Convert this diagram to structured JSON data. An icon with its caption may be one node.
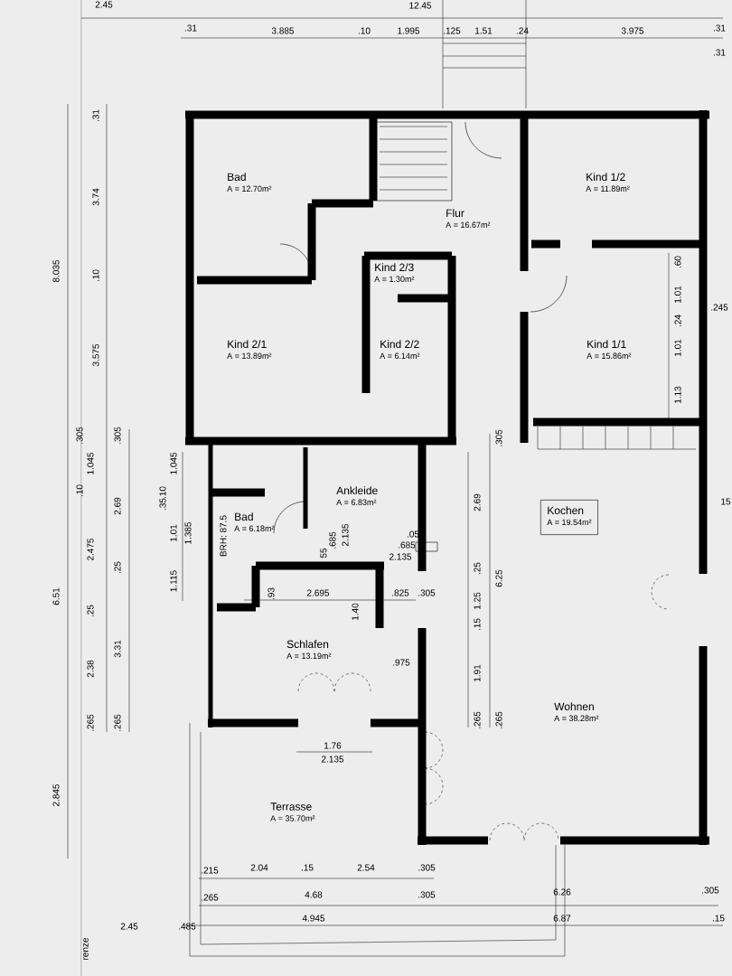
{
  "diagram": {
    "nodes": [
      {
        "text": [
          "Bad",
          "A = 12.70m²"
        ]
      },
      {
        "text": [
          "Flur",
          "A = 16.67m²"
        ]
      },
      {
        "text": [
          "Kind 1/2",
          "A = 11.89m²"
        ]
      },
      {
        "text": [
          "Kind 2/3",
          "A = 1.30m²"
        ]
      },
      {
        "text": [
          "Kind 2/1",
          "A = 13.89m²"
        ]
      },
      {
        "text": [
          "Kind 2/2",
          "A = 6.14m²"
        ]
      },
      {
        "text": [
          "Kind 1/1",
          "A = 15.86m²"
        ]
      },
      {
        "text": [
          "Bad",
          "A = 6.18m²"
        ]
      },
      {
        "text": [
          "Ankleide",
          "A = 6.83m²"
        ]
      },
      {
        "text": [
          "Kochen",
          "A = 19.54m²"
        ]
      },
      {
        "text": [
          "Schlafen",
          "A = 13.19m²"
        ]
      },
      {
        "text": [
          "Wohnen",
          "A = 38.28m²"
        ]
      },
      {
        "text": [
          "Terrasse",
          "A = 35.70m²"
        ]
      }
    ],
    "labels": [
      "2.45",
      "12.45",
      ".31",
      "3.885",
      ".10",
      "1.995",
      ".125",
      "1.51",
      ".24",
      "3.975",
      ".31",
      ".31",
      "8.035",
      ".31",
      "3.74",
      ".10",
      "3.575",
      ".305",
      ".305",
      "1.045",
      ".10",
      "2.69",
      "1.045",
      ".10",
      ".35",
      "1.01",
      "1.385",
      "BRH: 87.5",
      "2.475",
      ".25",
      "1.115",
      "6.51",
      ".25",
      "3.31",
      "2.38",
      ".265",
      ".265",
      "2.845",
      "55",
      ".685",
      "2.135",
      ".05",
      ".685",
      "2.135",
      ".93",
      "2.695",
      "1.40",
      ".825",
      ".305",
      ".975",
      "1.76",
      "2.135",
      ".60",
      "1.01",
      ".24",
      "1.01",
      "1.13",
      ".245",
      ".305",
      "2.69",
      "6.25",
      ".25",
      "1.25",
      ".15",
      "1.91",
      ".265",
      ".265",
      "15",
      ".215",
      "2.04",
      ".15",
      "2.54",
      ".305",
      ".265",
      "4.68",
      ".305",
      "6.26",
      ".305",
      "2.45",
      ".485",
      "4.945",
      "6.87",
      ".15",
      "renze"
    ]
  }
}
